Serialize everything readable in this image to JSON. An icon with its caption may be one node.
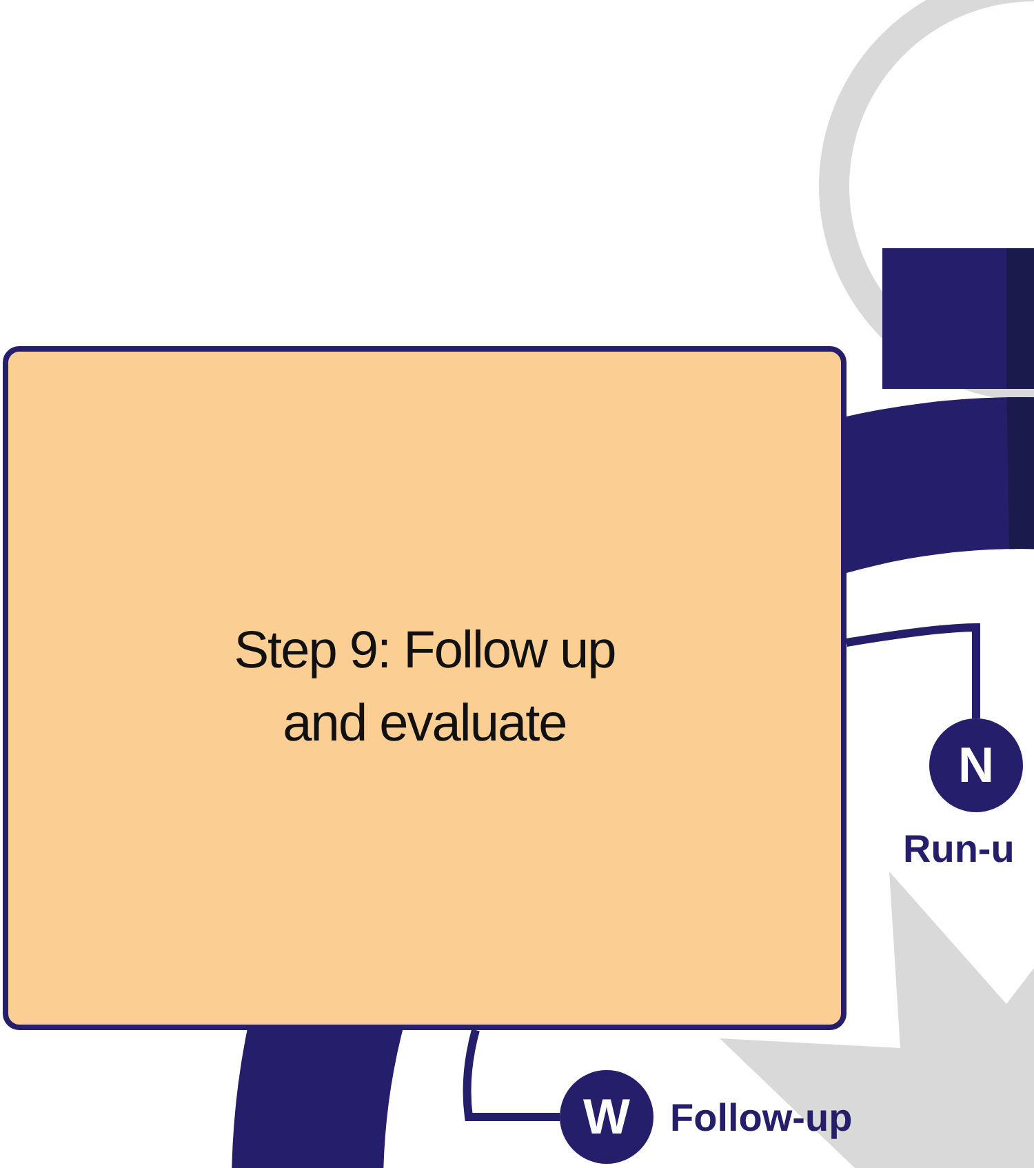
{
  "diagram": {
    "nodes": [
      {
        "text": [
          "Step 9: Follow up and evaluate"
        ]
      },
      {
        "text": [
          "N"
        ],
        "beside": [
          "Run-u"
        ]
      },
      {
        "text": [
          "W"
        ],
        "beside": [
          "Follow-up"
        ]
      }
    ],
    "edges": [
      {
        "from": 0,
        "to": 1,
        "arrow": "none"
      },
      {
        "from": 0,
        "to": 2,
        "arrow": "none"
      }
    ]
  }
}
